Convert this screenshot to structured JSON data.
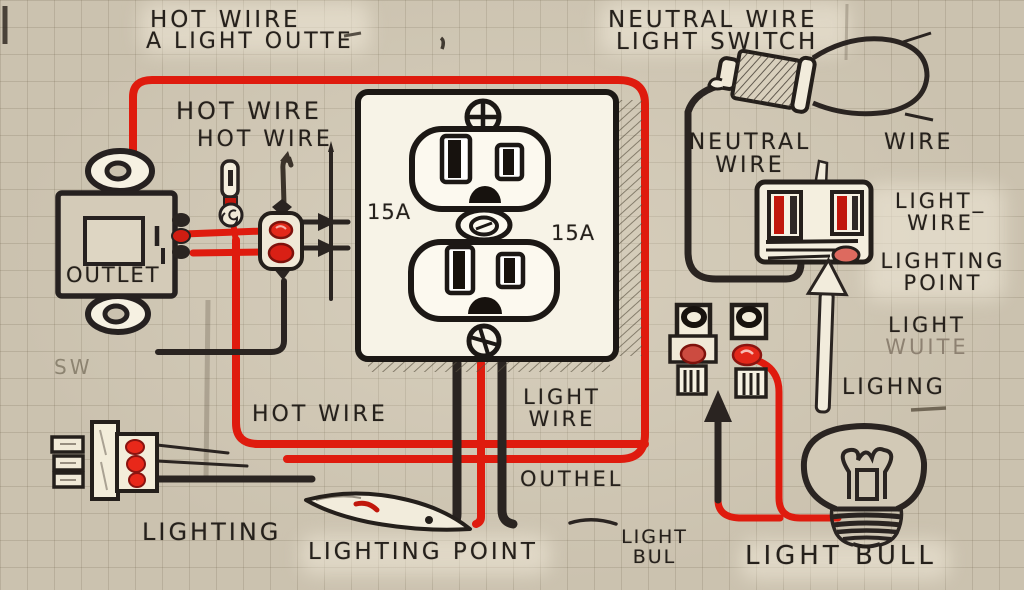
{
  "labels": {
    "top_left": {
      "line1": "HOT WIIRE",
      "line2": "A LIGHT OUTTE"
    },
    "top_right": {
      "line1": "NEUTRAL WIRE",
      "line2": "LIGHT SWITCH"
    },
    "hot_wire_a": "HOT WIRE",
    "hot_wire_b": "HOT WIRE",
    "neutral": {
      "line1": "NEUTRAL",
      "line2": "WIRE"
    },
    "wire_top_right": "WIRE",
    "light_wire_right": {
      "line1": "LIGHT_",
      "line2": "WIRE"
    },
    "lighting_point_right": {
      "line1": "LIGHTING",
      "line2": "POINT"
    },
    "light_faded": {
      "line1": "LIGHT",
      "line2": "WUITE"
    },
    "lighng": "LIGHNG",
    "outlet": "OUTLET",
    "amp_left": "15A",
    "amp_right": "15A",
    "sw": "SW",
    "hot_wire_bottom": "HOT WIRE",
    "light_wire_center": {
      "line1": "LIGHT",
      "line2": "WIRE"
    },
    "outhel": "OUTHEL",
    "lighting": "LIGHTING",
    "lighting_point": "LIGHTING POINT",
    "light_bul": {
      "line1": "LIGHT",
      "line2": "BUL"
    },
    "light_bull": "LIGHT BULL"
  },
  "colors": {
    "hot": "#df1b0e",
    "ink": "#25201b",
    "paper": "#cbc2af",
    "faded": "#8d8171",
    "accent_red": "#e3281a"
  }
}
